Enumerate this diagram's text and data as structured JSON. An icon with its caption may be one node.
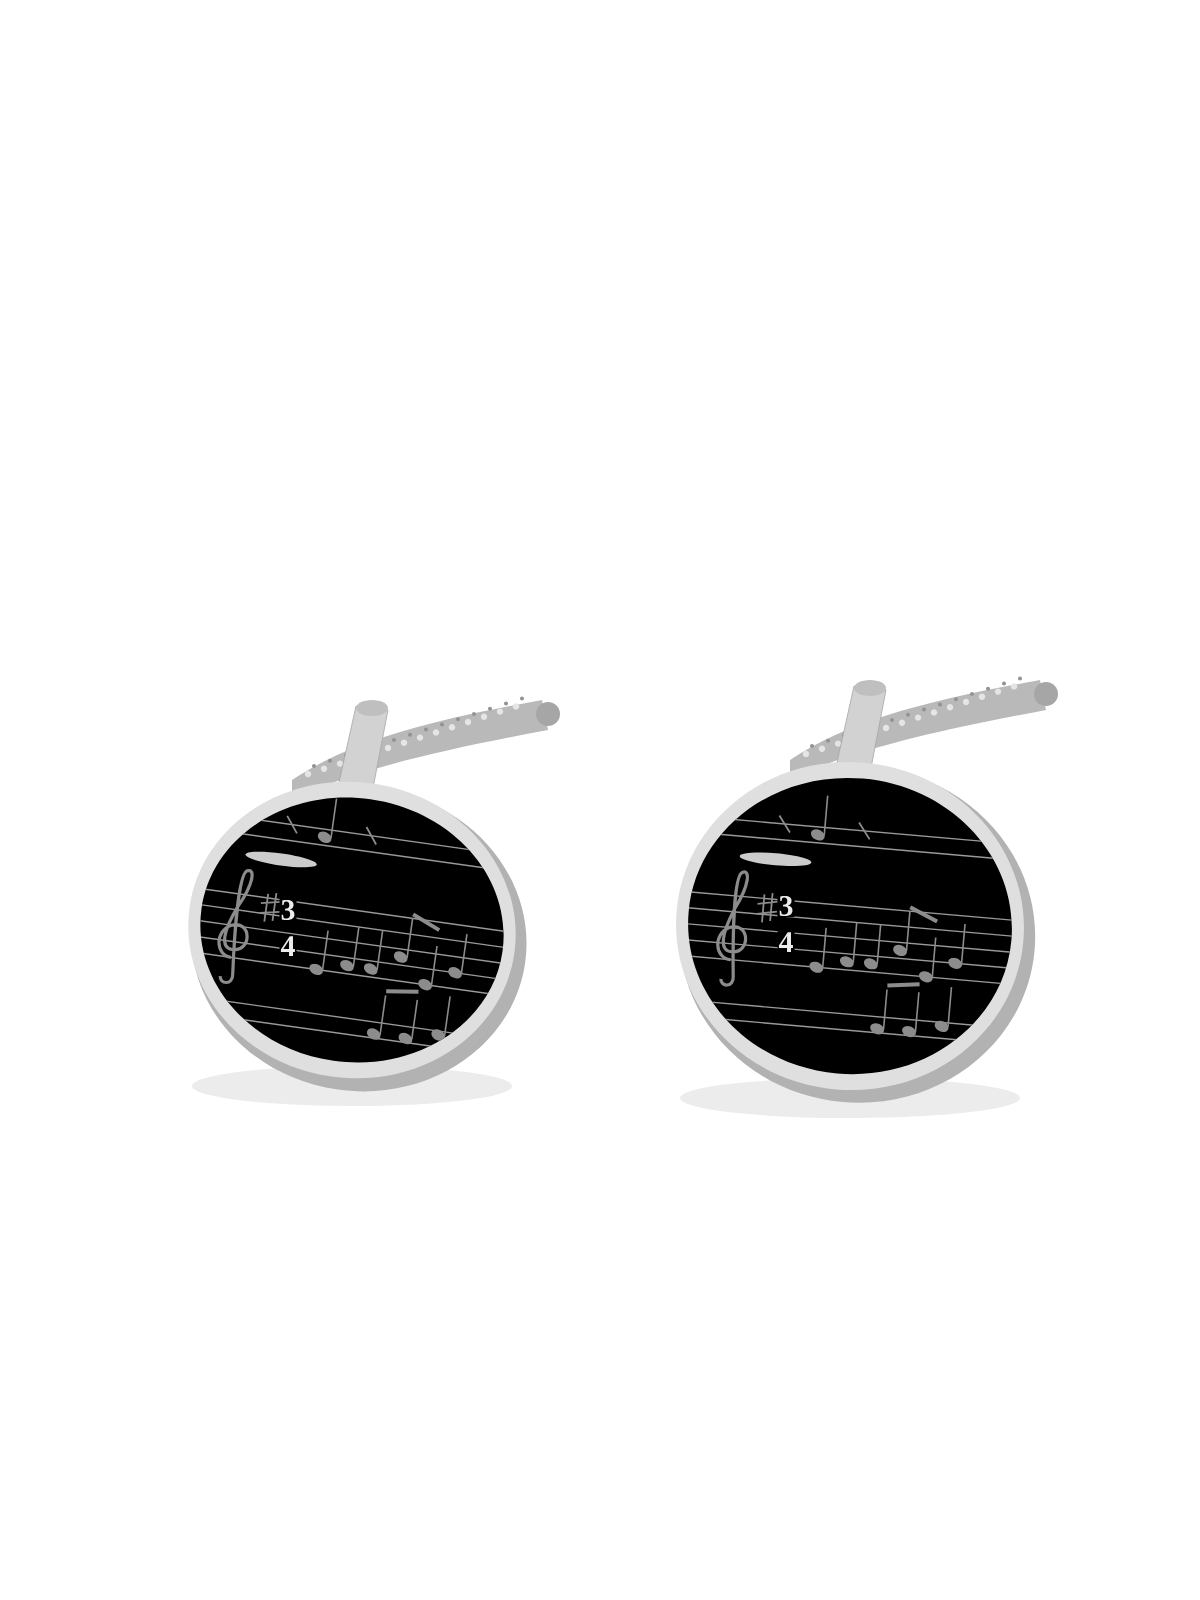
{
  "diagram": {
    "labels": [
      "3",
      "4",
      "3",
      "4"
    ]
  }
}
